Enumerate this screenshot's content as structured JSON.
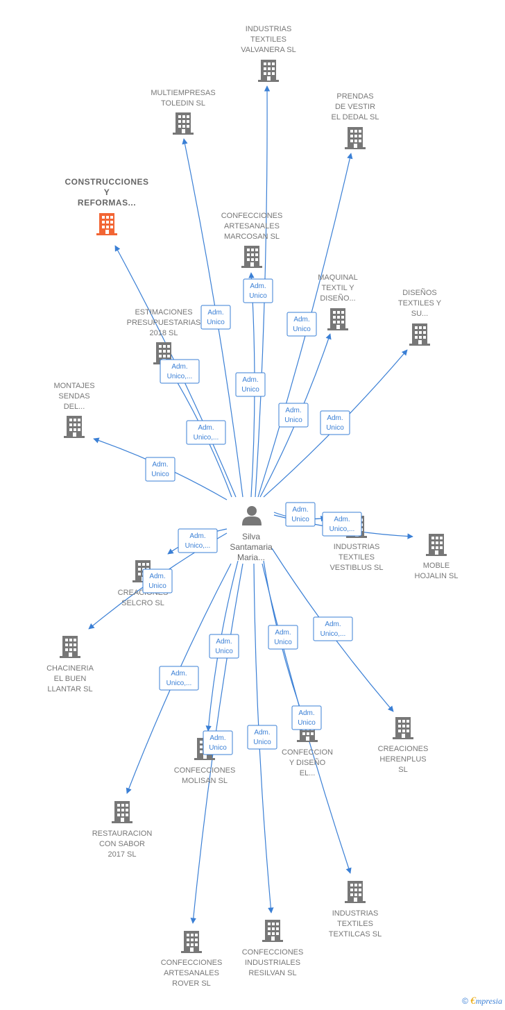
{
  "colors": {
    "edge": "#3a7fd5",
    "building": "#777777",
    "highlight": "#f26534",
    "label": "#777777"
  },
  "center": {
    "label": [
      "Silva",
      "Santamaria",
      "Maria..."
    ],
    "icon": "person-icon"
  },
  "companies": [
    {
      "id": "valvanera",
      "label": [
        "INDUSTRIAS",
        "TEXTILES",
        "VALVANERA SL"
      ],
      "rel": [
        "Adm.",
        "Unico"
      ]
    },
    {
      "id": "toledin",
      "label": [
        "MULTIEMPRESAS",
        "TOLEDIN SL"
      ],
      "rel": [
        "Adm.",
        "Unico"
      ]
    },
    {
      "id": "dedal",
      "label": [
        "PRENDAS",
        "DE VESTIR",
        "EL DEDAL SL"
      ],
      "rel": [
        "Adm.",
        "Unico"
      ]
    },
    {
      "id": "construcciones",
      "label": [
        "CONSTRUCCIONES",
        "Y",
        "REFORMAS..."
      ],
      "rel": [
        "Adm.",
        "Unico,..."
      ],
      "highlight": true
    },
    {
      "id": "marcosan",
      "label": [
        "CONFECCIONES",
        "ARTESANALES",
        "MARCOSAN SL"
      ],
      "rel": [
        "Adm.",
        "Unico"
      ]
    },
    {
      "id": "maquinal",
      "label": [
        "MAQUINAL",
        "TEXTIL Y",
        "DISEÑO..."
      ],
      "rel": [
        "Adm.",
        "Unico"
      ]
    },
    {
      "id": "disenos",
      "label": [
        "DISEÑOS",
        "TEXTILES Y",
        "SU..."
      ],
      "rel": [
        "Adm.",
        "Unico"
      ]
    },
    {
      "id": "estimaciones",
      "label": [
        "ESTIMACIONES",
        "PRESUPUESTARIAS",
        "2018 SL"
      ],
      "rel": [
        "Adm.",
        "Unico,..."
      ]
    },
    {
      "id": "montajes",
      "label": [
        "MONTAJES",
        "SENDAS",
        "DEL..."
      ],
      "rel": [
        "Adm.",
        "Unico"
      ]
    },
    {
      "id": "vestiblus",
      "label": [
        "INDUSTRIAS",
        "TEXTILES",
        "VESTIBLUS SL"
      ],
      "rel": [
        "Adm.",
        "Unico"
      ]
    },
    {
      "id": "hojalin",
      "label": [
        "MOBLE",
        "HOJALIN SL"
      ],
      "rel": [
        "Adm.",
        "Unico,..."
      ]
    },
    {
      "id": "selcro",
      "label": [
        "CREACIONES",
        "SELCRO SL"
      ],
      "rel": [
        "Adm.",
        "Unico,..."
      ]
    },
    {
      "id": "chacineria",
      "label": [
        "CHACINERIA",
        "EL BUEN",
        "LLANTAR SL"
      ],
      "rel": [
        "Adm.",
        "Unico"
      ]
    },
    {
      "id": "herenplus",
      "label": [
        "CREACIONES",
        "HERENPLUS",
        "SL"
      ],
      "rel": [
        "Adm.",
        "Unico,..."
      ]
    },
    {
      "id": "molisan",
      "label": [
        "CONFECCIONES",
        "MOLISAN SL"
      ],
      "rel": [
        "Adm.",
        "Unico"
      ]
    },
    {
      "id": "confeccion_diseno",
      "label": [
        "CONFECCION",
        "Y DISEÑO",
        "EL..."
      ],
      "rel": [
        "Adm.",
        "Unico"
      ]
    },
    {
      "id": "restauracion",
      "label": [
        "RESTAURACION",
        "CON SABOR",
        "2017 SL"
      ],
      "rel": [
        "Adm.",
        "Unico,..."
      ]
    },
    {
      "id": "textilcas",
      "label": [
        "INDUSTRIAS",
        "TEXTILES",
        "TEXTILCAS SL"
      ],
      "rel": [
        "Adm.",
        "Unico"
      ]
    },
    {
      "id": "rover",
      "label": [
        "CONFECCIONES",
        "ARTESANALES",
        "ROVER SL"
      ],
      "rel": [
        "Adm.",
        "Unico"
      ]
    },
    {
      "id": "resilvan",
      "label": [
        "CONFECCIONES",
        "INDUSTRIALES",
        "RESILVAN SL"
      ],
      "rel": [
        "Adm.",
        "Unico"
      ]
    }
  ],
  "footer": {
    "copyright": "©",
    "brand_initial": "€",
    "brand_rest": "mpresia"
  }
}
